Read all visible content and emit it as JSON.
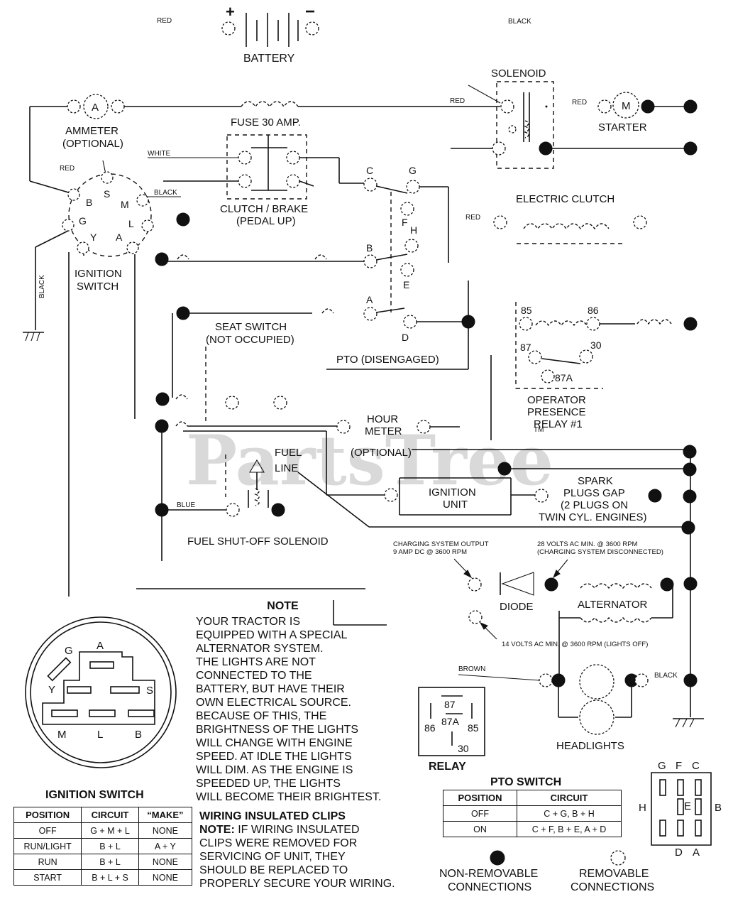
{
  "labels": {
    "battery": "BATTERY",
    "plus": "+",
    "minus": "−",
    "red_top": "RED",
    "black_top": "BLACK",
    "solenoid": "SOLENOID",
    "red_sol": "RED",
    "red_starter": "RED",
    "starter": "STARTER",
    "starter_m": "M",
    "ammeter": "AMMETER",
    "ammeter_opt": "(OPTIONAL)",
    "ammeter_a": "A",
    "fuse": "FUSE 30 AMP.",
    "white": "WHITE",
    "red_ign": "RED",
    "black_ign": "BLACK",
    "black_vert": "BLACK",
    "clutch_brake": "CLUTCH / BRAKE",
    "pedal_up": "(PEDAL UP)",
    "electric_clutch": "ELECTRIC CLUTCH",
    "red_clutch": "RED",
    "ignition_switch_1": "IGNITION",
    "ignition_switch_2": "SWITCH",
    "ign_b": "B",
    "ign_s": "S",
    "ign_m": "M",
    "ign_g": "G",
    "ign_l": "L",
    "ign_y": "Y",
    "ign_a": "A",
    "pto_c": "C",
    "pto_g": "G",
    "pto_f": "F",
    "pto_h": "H",
    "pto_b": "B",
    "pto_e": "E",
    "pto_a": "A",
    "pto_d": "D",
    "seat_switch": "SEAT SWITCH",
    "not_occupied": "(NOT OCCUPIED)",
    "pto_disengaged": "PTO (DISENGAGED)",
    "r85": "85",
    "r86": "86",
    "r87": "87",
    "r30": "30",
    "r87a": "87A",
    "operator_1": "OPERATOR",
    "operator_2": "PRESENCE",
    "operator_3": "RELAY #1",
    "hour_meter_1": "HOUR",
    "hour_meter_2": "METER",
    "hour_meter_3": "(OPTIONAL)",
    "fuel_1": "FUEL",
    "fuel_2": "LINE",
    "blue": "BLUE",
    "fuel_solenoid": "FUEL SHUT-OFF SOLENOID",
    "ignition_unit_1": "IGNITION",
    "ignition_unit_2": "UNIT",
    "spark_1": "SPARK",
    "spark_2": "PLUGS GAP",
    "spark_3": "(2 PLUGS ON",
    "spark_4": "TWIN CYL. ENGINES)",
    "charging_1": "CHARGING SYSTEM OUTPUT",
    "charging_2": "9 AMP DC @ 3600 RPM",
    "volts28_1": "28 VOLTS AC MIN. @ 3600 RPM",
    "volts28_2": "(CHARGING SYSTEM DISCONNECTED)",
    "diode": "DIODE",
    "alternator": "ALTERNATOR",
    "volts14": "14 VOLTS AC MIN. @ 3600 RPM (LIGHTS OFF)",
    "brown": "BROWN",
    "black_lights": "BLACK",
    "headlights": "HEADLIGHTS",
    "relay_title": "RELAY",
    "relay_87": "87",
    "relay_87a": "87A",
    "relay_86": "86",
    "relay_85": "85",
    "relay_30": "30",
    "sw_g": "G",
    "sw_a": "A",
    "sw_y": "Y",
    "sw_s": "S",
    "sw_m": "M",
    "sw_l": "L",
    "sw_b": "B",
    "ignition_switch_title": "IGNITION SWITCH",
    "pto_switch_title": "PTO SWITCH",
    "pto_g2": "G",
    "pto_f2": "F",
    "pto_c2": "C",
    "pto_h2": "H",
    "pto_e2": "E",
    "pto_b2": "B",
    "pto_d2": "D",
    "pto_a2": "A",
    "non_removable_1": "NON-REMOVABLE",
    "non_removable_2": "CONNECTIONS",
    "removable_1": "REMOVABLE",
    "removable_2": "CONNECTIONS",
    "watermark": "PartsTree",
    "tm": "TM"
  },
  "note": {
    "title": "NOTE",
    "lines": [
      "YOUR TRACTOR IS",
      "EQUIPPED WITH A SPECIAL",
      "ALTERNATOR SYSTEM.",
      "THE LIGHTS ARE NOT",
      "CONNECTED TO THE",
      "BATTERY, BUT HAVE THEIR",
      "OWN ELECTRICAL SOURCE.",
      "BECAUSE OF THIS, THE",
      "BRIGHTNESS OF THE LIGHTS",
      "WILL CHANGE WITH ENGINE",
      "SPEED.  AT IDLE THE LIGHTS",
      "WILL DIM.  AS THE ENGINE IS",
      "SPEEDED UP, THE LIGHTS",
      "WILL BECOME THEIR BRIGHTEST."
    ]
  },
  "clips": {
    "title": "WIRING INSULATED CLIPS",
    "note_label": "NOTE:",
    "lines": [
      " IF WIRING INSULATED",
      "CLIPS WERE REMOVED FOR",
      "SERVICING OF UNIT, THEY",
      "SHOULD BE REPLACED TO",
      "PROPERLY SECURE YOUR WIRING."
    ]
  },
  "ignition_table": {
    "headers": [
      "POSITION",
      "CIRCUIT",
      "“MAKE”"
    ],
    "rows": [
      [
        "OFF",
        "G + M + L",
        "NONE"
      ],
      [
        "RUN/LIGHT",
        "B + L",
        "A + Y"
      ],
      [
        "RUN",
        "B + L",
        "NONE"
      ],
      [
        "START",
        "B + L + S",
        "NONE"
      ]
    ]
  },
  "pto_table": {
    "headers": [
      "POSITION",
      "CIRCUIT"
    ],
    "rows": [
      [
        "OFF",
        "C + G, B + H"
      ],
      [
        "ON",
        "C + F, B + E, A + D"
      ]
    ]
  }
}
